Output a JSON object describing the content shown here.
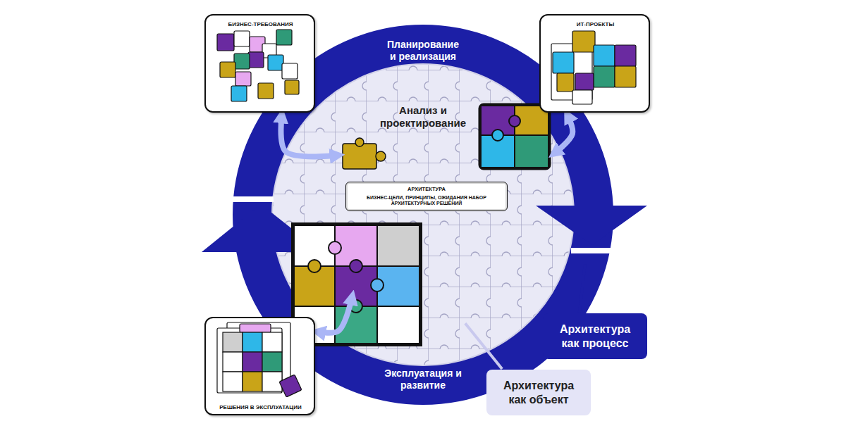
{
  "diagram": {
    "nodes": [
      {
        "text": [
          "БИЗНЕС-ТРЕБОВАНИЯ"
        ]
      },
      {
        "text": [
          "ИТ-ПРОЕКТЫ"
        ]
      },
      {
        "text": [
          "Планирование и реализация",
          "Эксплуатация и развитие"
        ]
      },
      {
        "text": [
          "Анализ и проектирование"
        ]
      },
      {
        "text": [
          "АРХИТЕКТУРА",
          "БИЗНЕС-ЦЕЛИ, ПРИНЦИПЫ, ОЖИДАНИЯ НАБОР АРХИТЕКТУРНЫХ РЕШЕНИЙ"
        ],
        "in": 3
      },
      {
        "text": [
          "РЕШЕНИЯ В ЭКСПЛУАТАЦИИ"
        ]
      },
      {
        "text": [
          "Архитектура как процесс"
        ]
      },
      {
        "text": [
          "Архитектура как объект"
        ]
      }
    ],
    "edges": [
      {
        "from": 0,
        "to": 3,
        "arrow": "both"
      },
      {
        "from": 1,
        "to": 3,
        "arrow": "both"
      },
      {
        "from": 5,
        "to": 3,
        "arrow": "both"
      },
      {
        "from": 6,
        "to": 2,
        "arrow": "none"
      },
      {
        "from": 7,
        "to": 3,
        "arrow": "none"
      }
    ]
  }
}
